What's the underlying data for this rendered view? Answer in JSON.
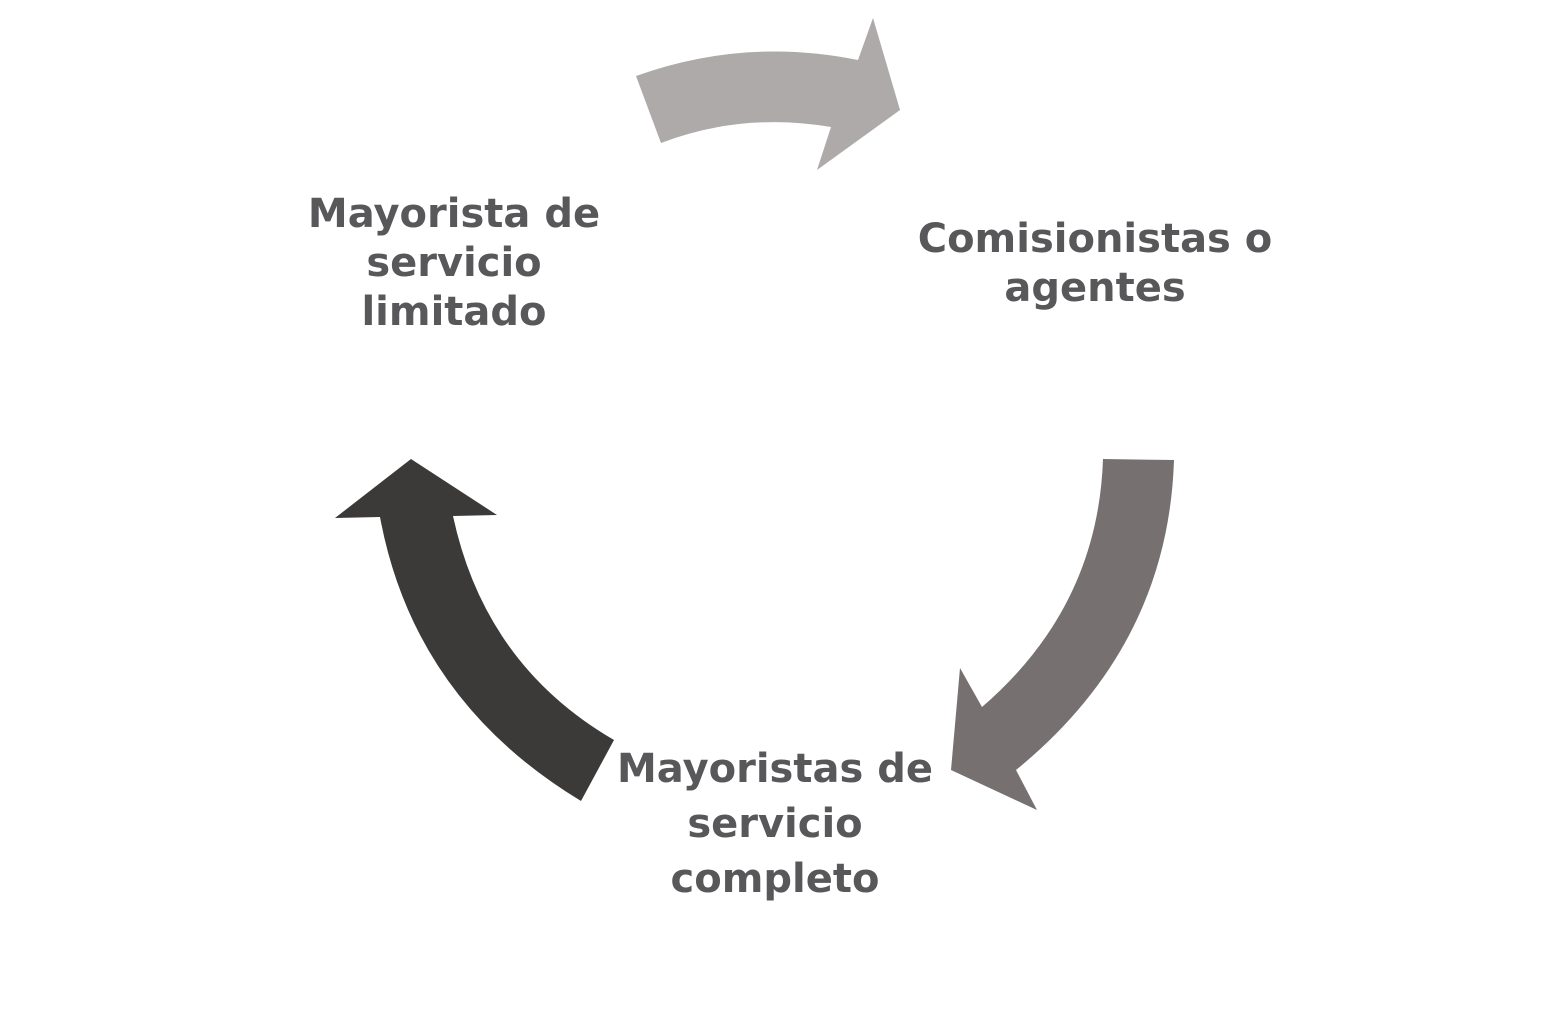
{
  "diagram": {
    "nodes": [
      {
        "id": "limitado",
        "lines": [
          "Mayorista de",
          "servicio",
          "limitado"
        ]
      },
      {
        "id": "comisionistas",
        "lines": [
          "Comisionistas o",
          "agentes"
        ]
      },
      {
        "id": "completo",
        "lines": [
          "Mayoristas de",
          "servicio",
          "completo"
        ]
      }
    ],
    "arrows": [
      {
        "from": "limitado",
        "to": "comisionistas",
        "color": "#aeaaa9"
      },
      {
        "from": "comisionistas",
        "to": "completo",
        "color": "#767170"
      },
      {
        "from": "completo",
        "to": "limitado",
        "color": "#3b3a38"
      }
    ]
  }
}
